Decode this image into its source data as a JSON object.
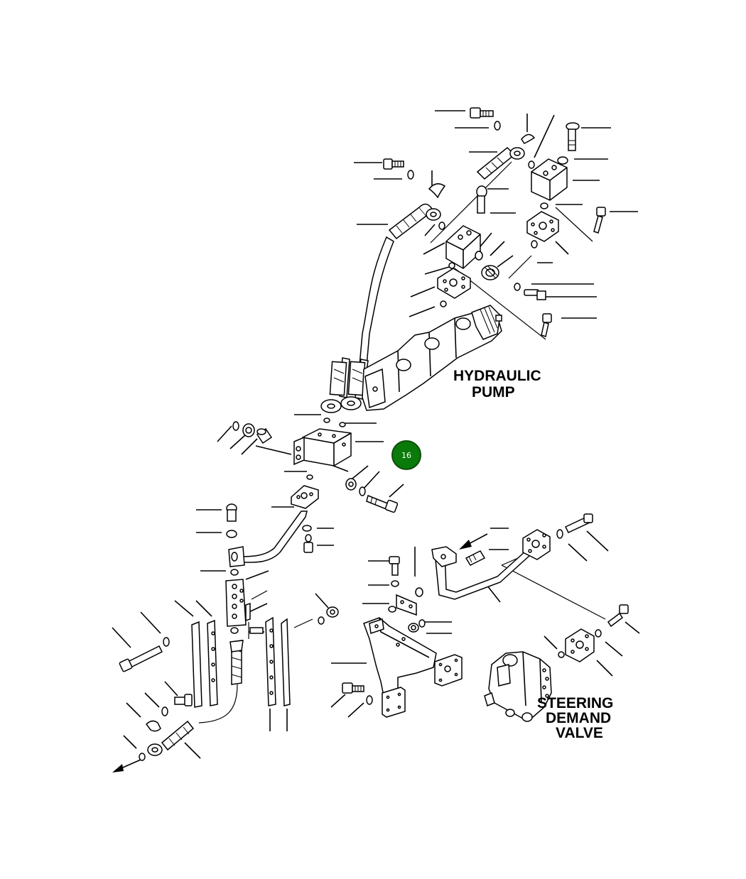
{
  "labels": {
    "hydraulic_pump_line1": "HYDRAULIC",
    "hydraulic_pump_line2": "PUMP",
    "steering_line1": "STEERING",
    "steering_line2": "DEMAND",
    "steering_line3": "VALVE"
  },
  "callout": {
    "number": "16",
    "color": "#0a7a0a",
    "border_color": "#0d4f0d"
  }
}
